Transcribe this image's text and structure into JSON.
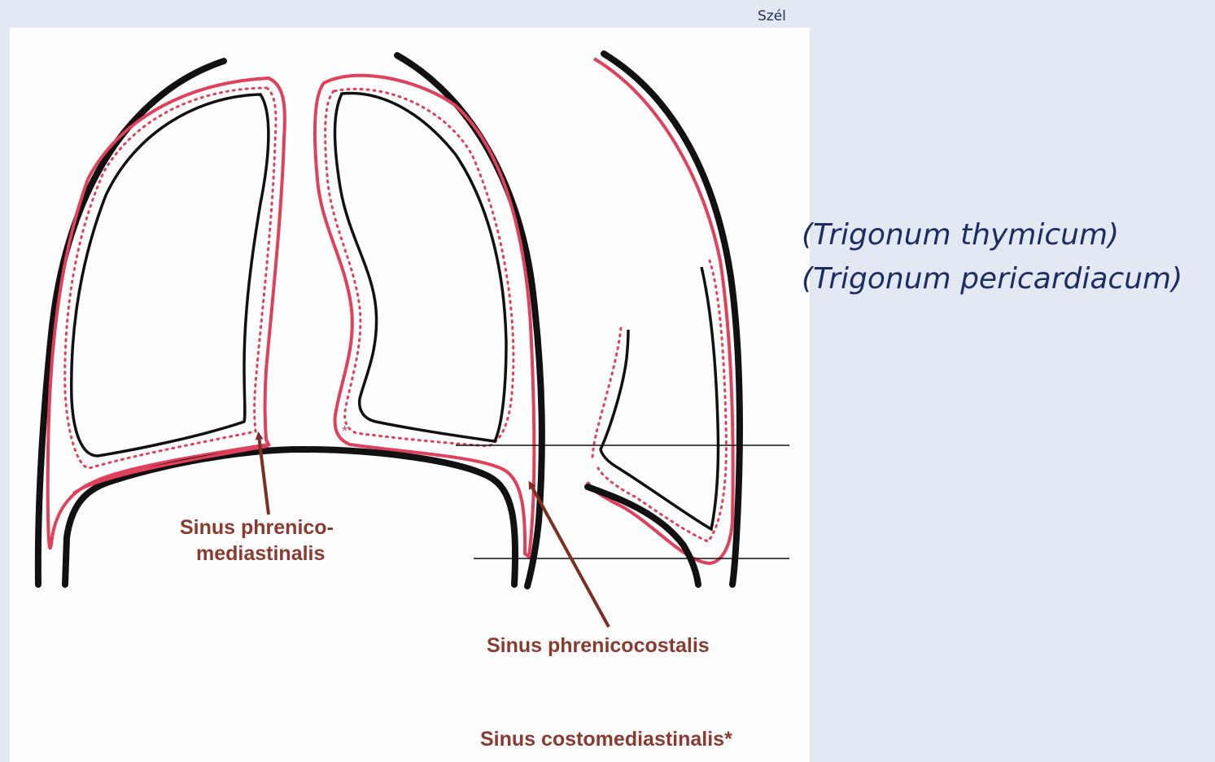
{
  "author": "Szél",
  "trigona": {
    "thymicum": "(Trigonum thymicum)",
    "pericardiacum": "(Trigonum pericardiacum)"
  },
  "labels": {
    "phrenico_line1": "Sinus phrenico-",
    "phrenico_line2": "mediastinalis",
    "phrenicocostalis": "Sinus phrenicocostalis",
    "costomediastinalis": "Sinus costomediastinalis*",
    "asterisk": "*"
  },
  "colors": {
    "pleura": "#e0405a",
    "wall": "#111111",
    "arrow": "#7e2e22",
    "label": "#8b3a30",
    "background": "#e3e9f2"
  }
}
